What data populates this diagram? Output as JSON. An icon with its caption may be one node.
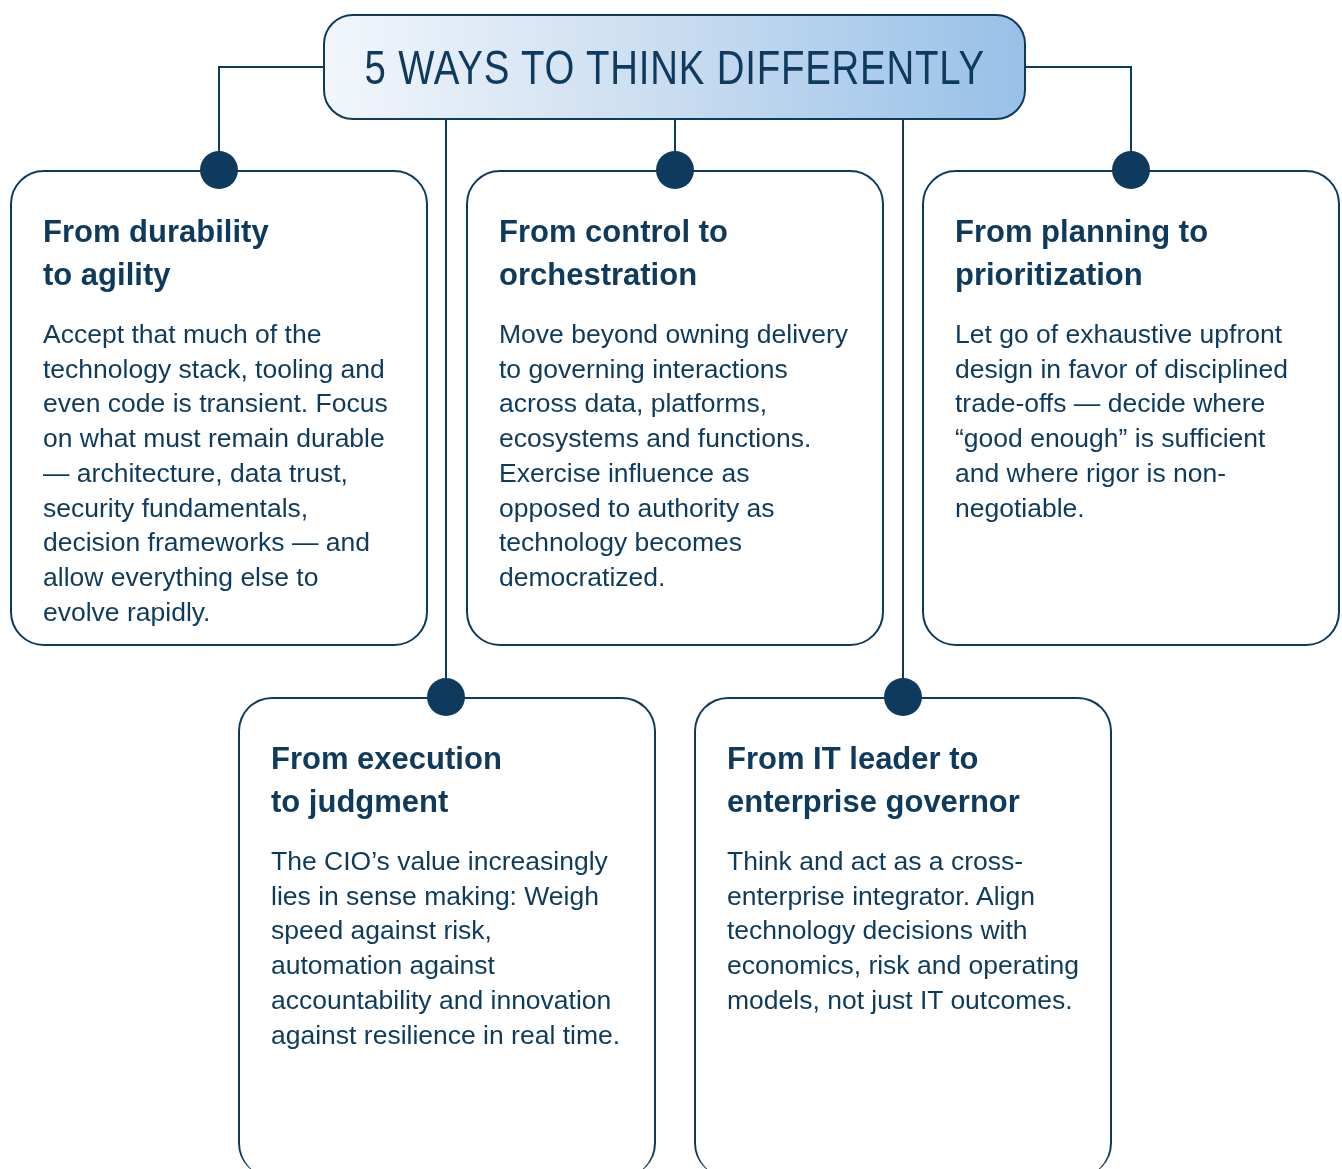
{
  "diagram": {
    "nodes": [
      {
        "text": [
          "5 WAYS TO THINK DIFFERENTLY"
        ]
      },
      {
        "text": [
          "From durability to agility",
          "Accept that much of the technology stack, tooling and even code is transient. Focus on what must remain durable — architecture, data trust, security fundamentals, decision frameworks — and allow everything else to evolve rapidly."
        ]
      },
      {
        "text": [
          "From control to orchestration",
          "Move beyond owning delivery to governing interactions across data, platforms, ecosystems and functions. Exercise influence as opposed to authority as technology becomes democratized."
        ]
      },
      {
        "text": [
          "From planning to prioritization",
          "Let go of exhaustive upfront design in favor of disciplined trade-offs — decide where “good enough” is sufficient and where rigor is non-negotiable."
        ]
      },
      {
        "text": [
          "From execution to judgment",
          "The CIO’s value increasingly lies in sense making: Weigh speed against risk, automation against accountability and innovation against resilience in real time."
        ]
      },
      {
        "text": [
          "From IT leader to enterprise governor",
          "Think and act as a cross-enterprise integrator. Align technology decisions with economics, risk and operating models, not just IT outcomes."
        ]
      }
    ],
    "edges": [
      {
        "from": 0,
        "to": 1,
        "arrow": "other"
      },
      {
        "from": 0,
        "to": 2,
        "arrow": "other"
      },
      {
        "from": 0,
        "to": 3,
        "arrow": "other"
      },
      {
        "from": 0,
        "to": 4,
        "arrow": "other"
      },
      {
        "from": 0,
        "to": 5,
        "arrow": "other"
      }
    ]
  }
}
